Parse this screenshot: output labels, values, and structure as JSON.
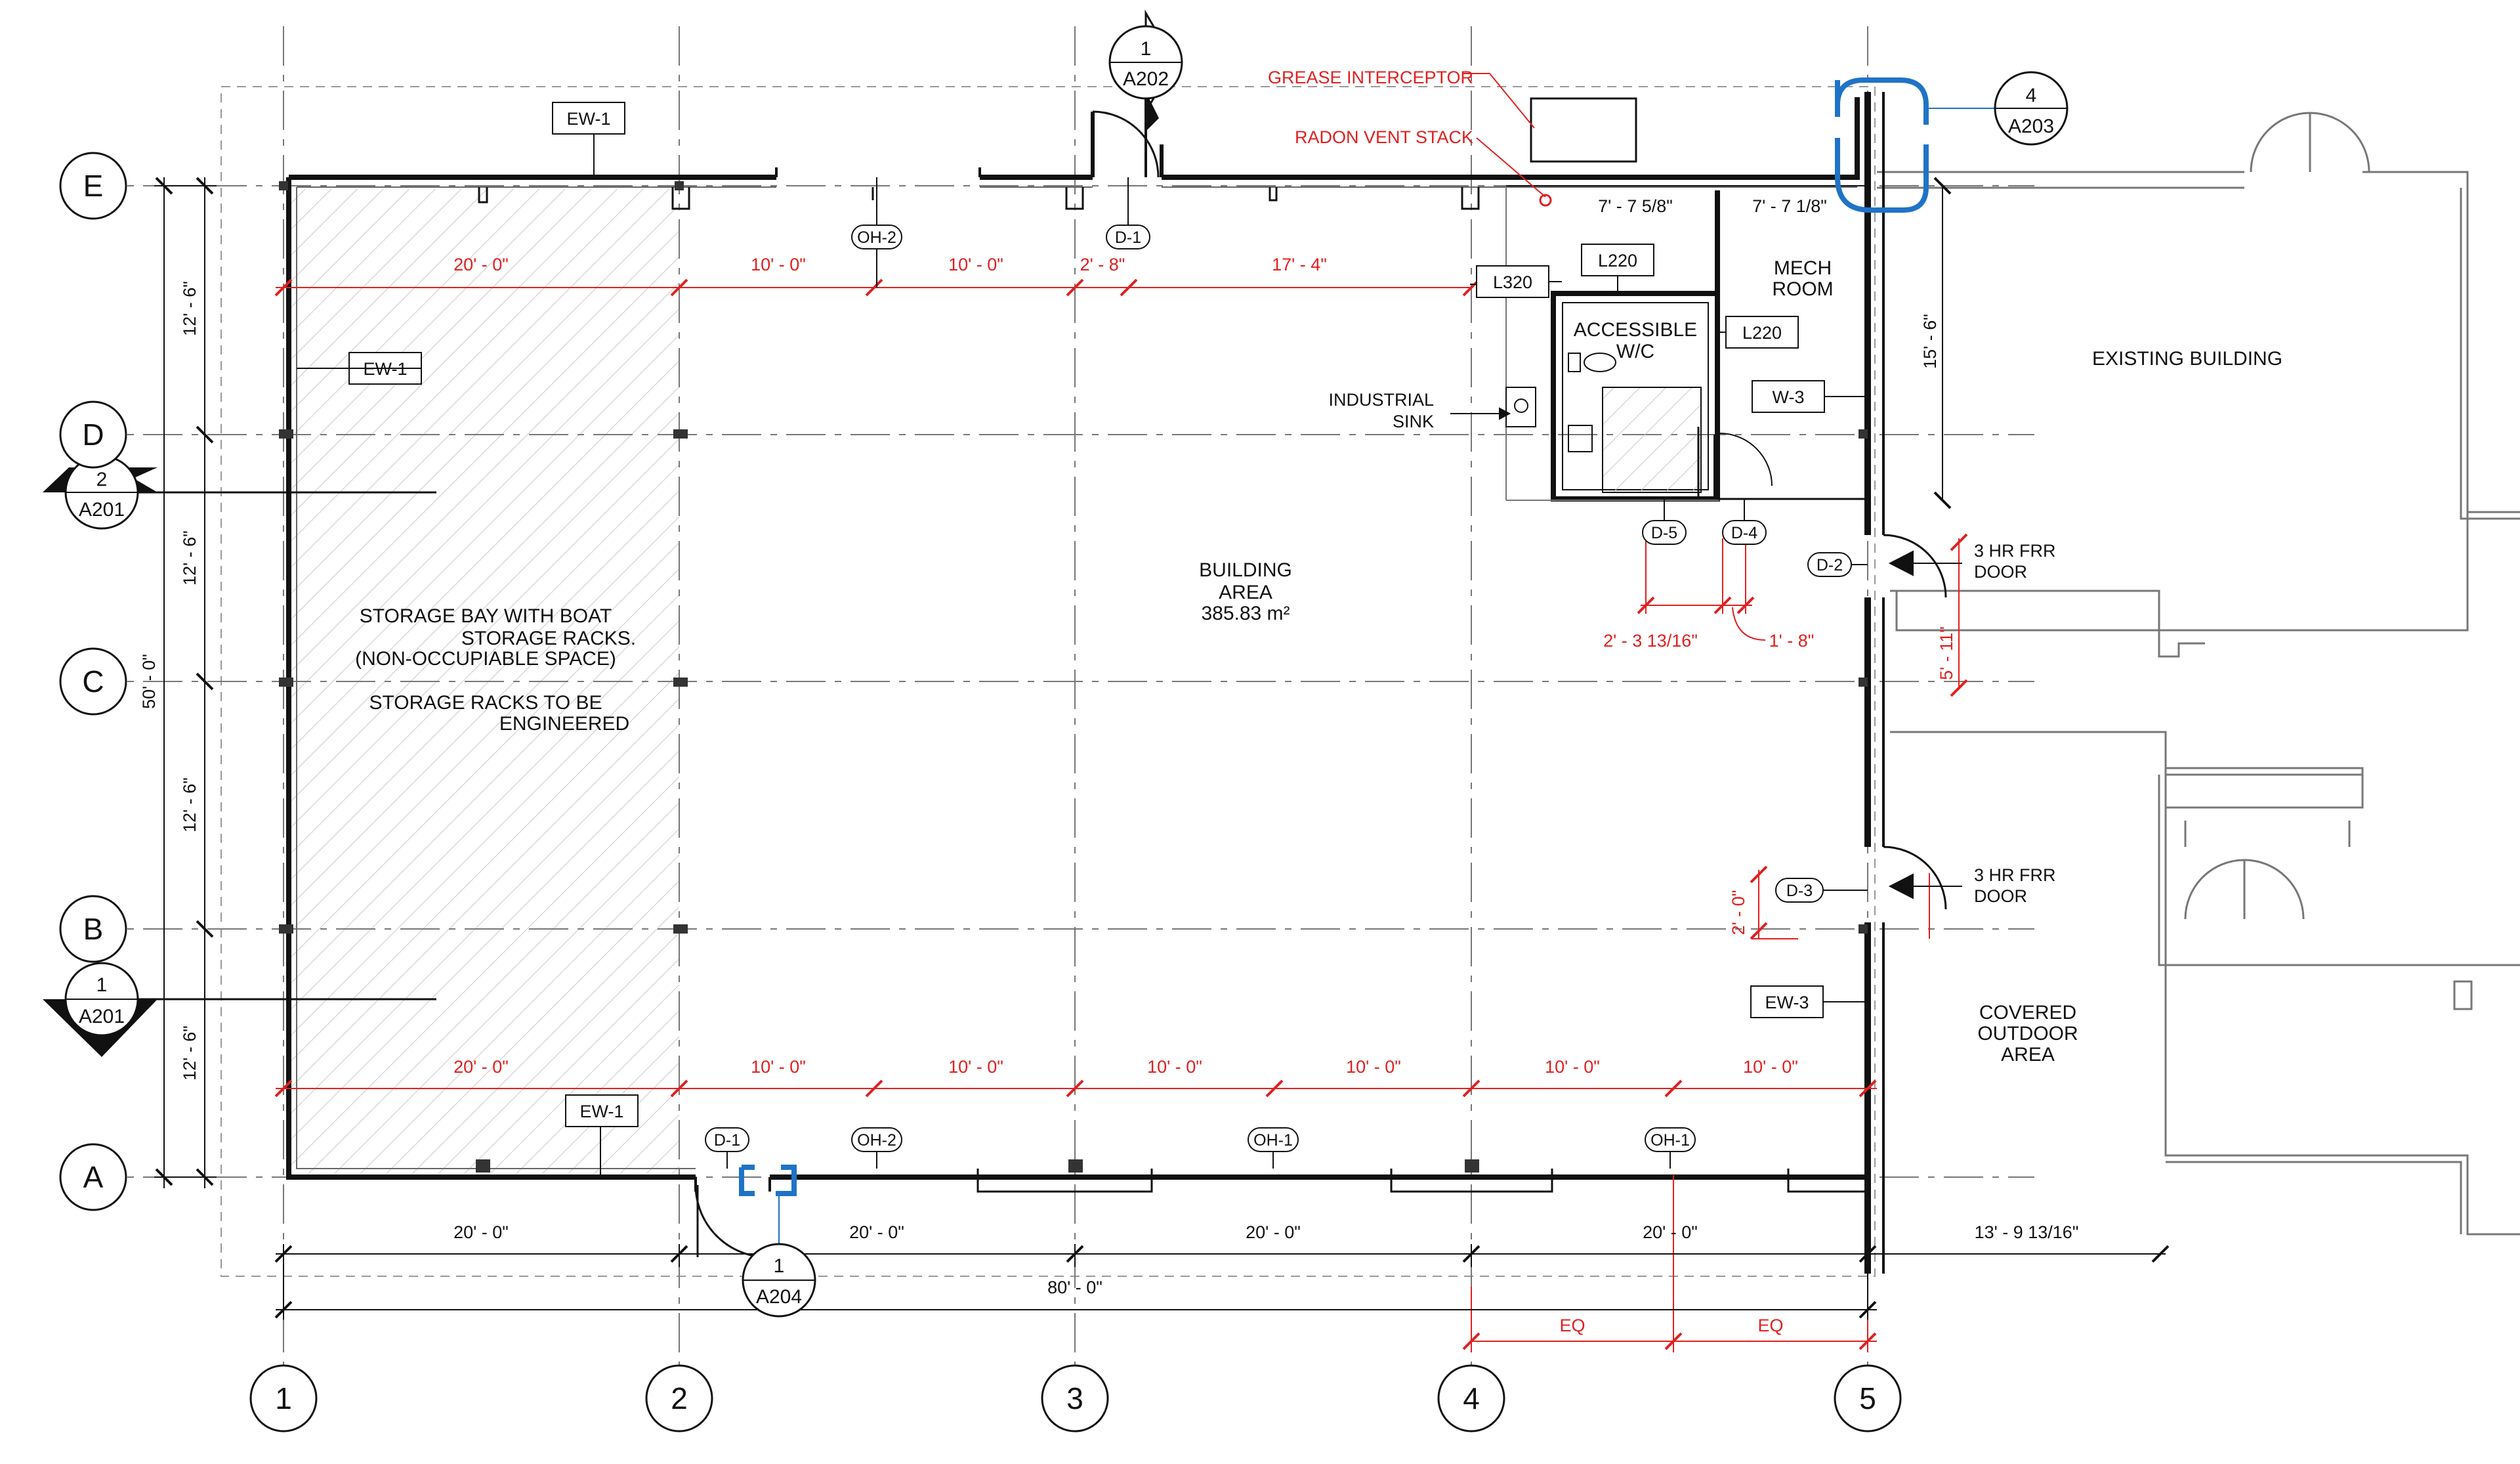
{
  "grid": {
    "columns": [
      "1",
      "2",
      "3",
      "4",
      "5"
    ],
    "rows": [
      "E",
      "D",
      "C",
      "B",
      "A"
    ]
  },
  "sections": {
    "s1_a202": {
      "num": "1",
      "sheet": "A202"
    },
    "s4_a203": {
      "num": "4",
      "sheet": "A203"
    },
    "s2_a201": {
      "num": "2",
      "sheet": "A201"
    },
    "s1_a201": {
      "num": "1",
      "sheet": "A201"
    },
    "s1_a204": {
      "num": "1",
      "sheet": "A204"
    }
  },
  "notes": {
    "grease": "GREASE INTERCEPTOR",
    "radon": "RADON VENT STACK",
    "industrial_sink_1": "INDUSTRIAL",
    "industrial_sink_2": "SINK",
    "frr_top_1": "3 HR FRR",
    "frr_top_2": "DOOR",
    "frr_bot_1": "3 HR FRR",
    "frr_bot_2": "DOOR"
  },
  "rooms": {
    "storage_1": "STORAGE BAY WITH BOAT",
    "storage_2": "STORAGE RACKS.",
    "storage_3": "(NON-OCCUPIABLE SPACE)",
    "storage_4": "STORAGE RACKS TO BE",
    "storage_5": "ENGINEERED",
    "building_1": "BUILDING",
    "building_2": "AREA",
    "building_3": "385.83 m²",
    "mech_1": "MECH",
    "mech_2": "ROOM",
    "wc_1": "ACCESSIBLE",
    "wc_2": "W/C",
    "existing": "EXISTING BUILDING",
    "covered_1": "COVERED",
    "covered_2": "OUTDOOR",
    "covered_3": "AREA"
  },
  "tags": {
    "ew1_top": "EW-1",
    "ew1_left": "EW-1",
    "ew1_bottom": "EW-1",
    "ew3": "EW-3",
    "w3": "W-3",
    "l320": "L320",
    "l220_a": "L220",
    "l220_b": "L220"
  },
  "doors": {
    "oh2_top": "OH-2",
    "d1_top": "D-1",
    "d5": "D-5",
    "d4": "D-4",
    "d2": "D-2",
    "d3": "D-3",
    "d1_bot": "D-1",
    "oh2_bot": "OH-2",
    "oh1_a": "OH-1",
    "oh1_b": "OH-1"
  },
  "dims": {
    "top_1": "20' - 0\"",
    "top_2": "10' - 0\"",
    "top_3": "10' - 0\"",
    "top_4": "2' - 8\"",
    "top_5": "17' - 4\"",
    "mech_a": "7' - 7 5/8\"",
    "mech_b": "7' - 7 1/8\"",
    "right_156": "15' - 6\"",
    "right_511": "5' - 11\"",
    "d5_dim": "2' - 3 13/16\"",
    "d4_dim": "1' - 8\"",
    "d3_dim": "2' - 0\"",
    "bot_1": "20' - 0\"",
    "bot_2": "10' - 0\"",
    "bot_3": "10' - 0\"",
    "bot_4": "10' - 0\"",
    "bot_5": "10' - 0\"",
    "bot_6": "10' - 0\"",
    "bot_7": "10' - 0\"",
    "grid_1": "20' - 0\"",
    "grid_2": "20' - 0\"",
    "grid_3": "20' - 0\"",
    "grid_4": "20' - 0\"",
    "ext": "13' - 9 13/16\"",
    "overall": "80' - 0\"",
    "eq_1": "EQ",
    "eq_2": "EQ",
    "left_1": "12' - 6\"",
    "left_2": "12' - 6\"",
    "left_3": "12' - 6\"",
    "left_4": "12' - 6\"",
    "left_overall": "50' - 0\""
  }
}
